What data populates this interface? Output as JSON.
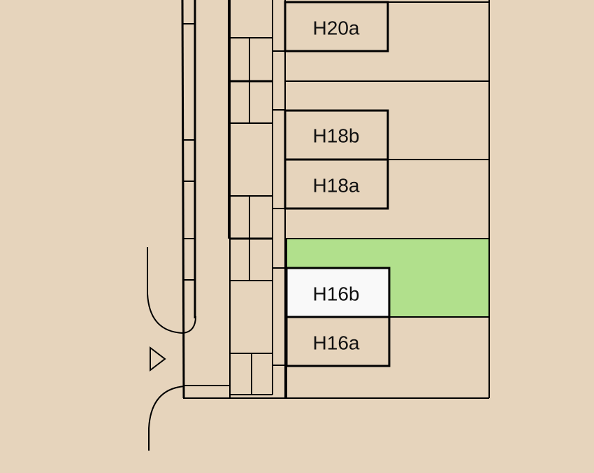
{
  "rooms": [
    {
      "id": "H20a",
      "label": "H20a",
      "selected": false
    },
    {
      "id": "H18b",
      "label": "H18b",
      "selected": false
    },
    {
      "id": "H18a",
      "label": "H18a",
      "selected": false
    },
    {
      "id": "H16b",
      "label": "H16b",
      "selected": true
    },
    {
      "id": "H16a",
      "label": "H16a",
      "selected": false
    }
  ],
  "colors": {
    "background": "#e6d4bc",
    "highlight": "#b1e08c",
    "selected_room": "#f9f9f9"
  }
}
